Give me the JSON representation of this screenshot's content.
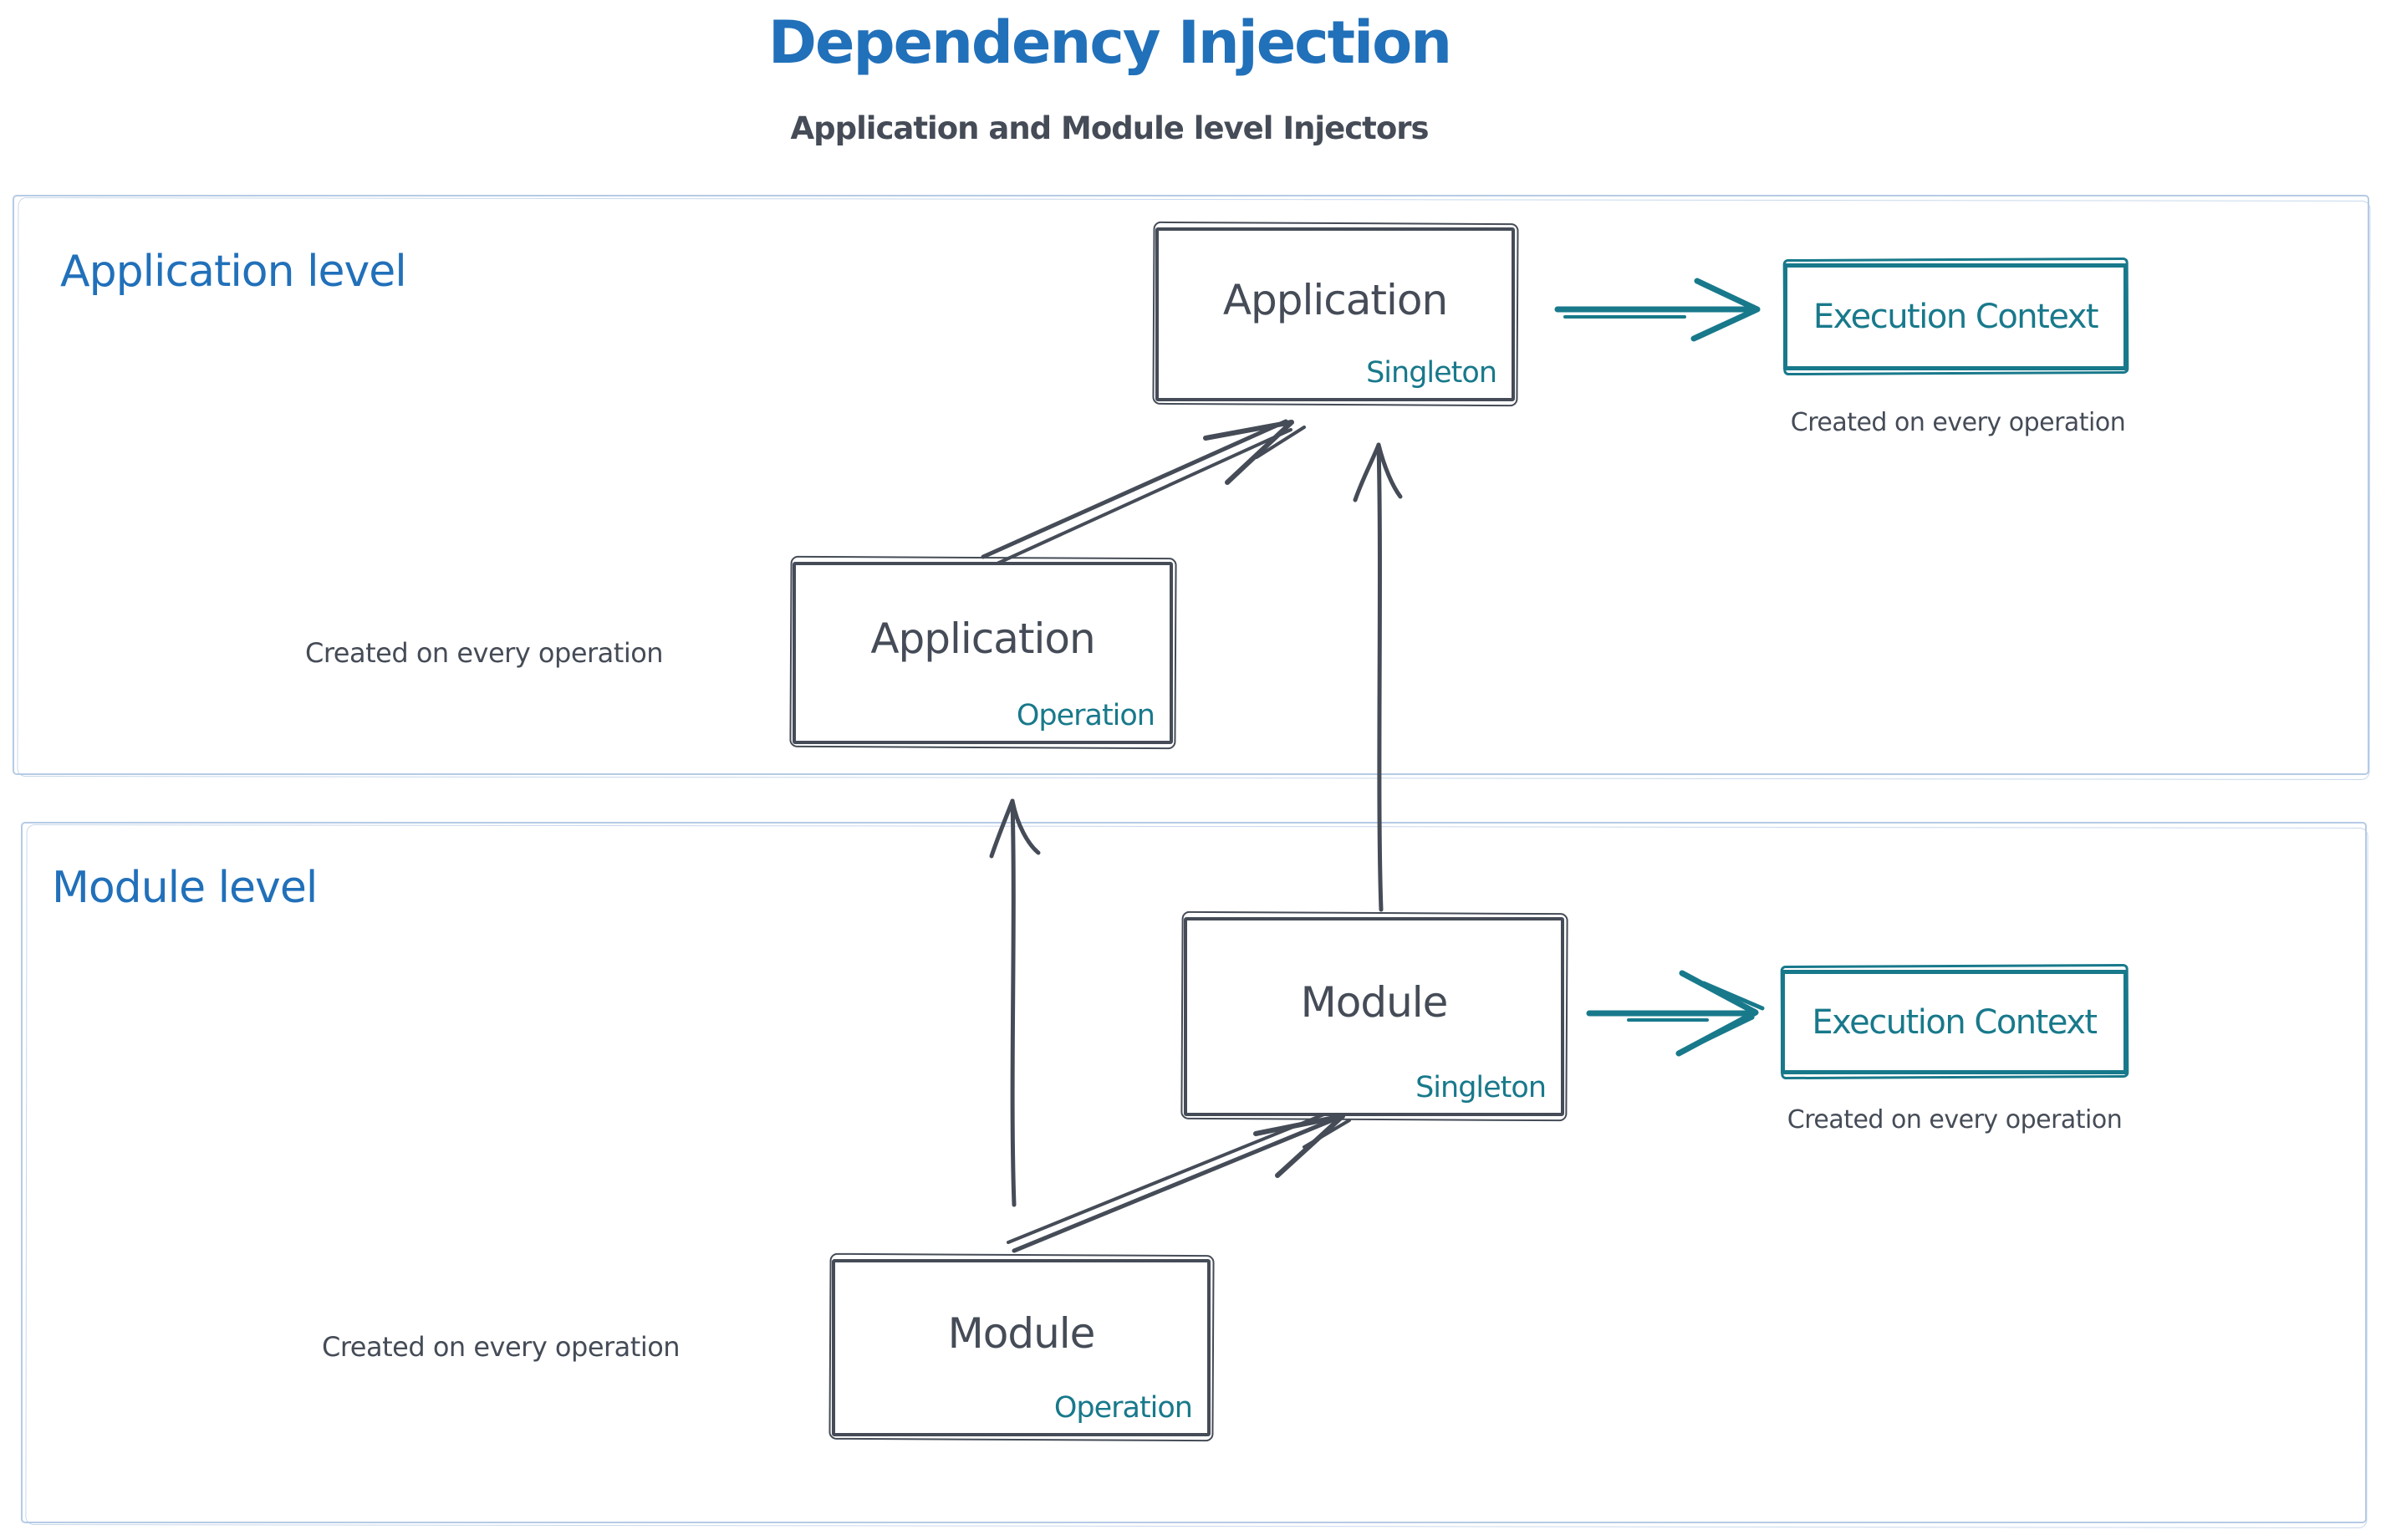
{
  "header": {
    "title": "Dependency Injection",
    "subtitle": "Application and Module level Injectors"
  },
  "colors": {
    "blue": "#2170ba",
    "dark": "#454c57",
    "teal": "#18798b",
    "lightblue": "#b5cbe5"
  },
  "sections": {
    "application": {
      "label": "Application level"
    },
    "module": {
      "label": "Module level"
    }
  },
  "nodes": {
    "app_singleton": {
      "title": "Application",
      "badge": "Singleton"
    },
    "app_operation": {
      "title": "Application",
      "badge": "Operation"
    },
    "module_singleton": {
      "title": "Module",
      "badge": "Singleton"
    },
    "module_operation": {
      "title": "Module",
      "badge": "Operation"
    },
    "exec_context_app": {
      "title": "Execution Context"
    },
    "exec_context_module": {
      "title": "Execution Context"
    }
  },
  "captions": {
    "exec_app": "Created on every operation",
    "exec_module": "Created on every operation",
    "app_operation": "Created on every operation",
    "module_operation": "Created on every operation"
  }
}
